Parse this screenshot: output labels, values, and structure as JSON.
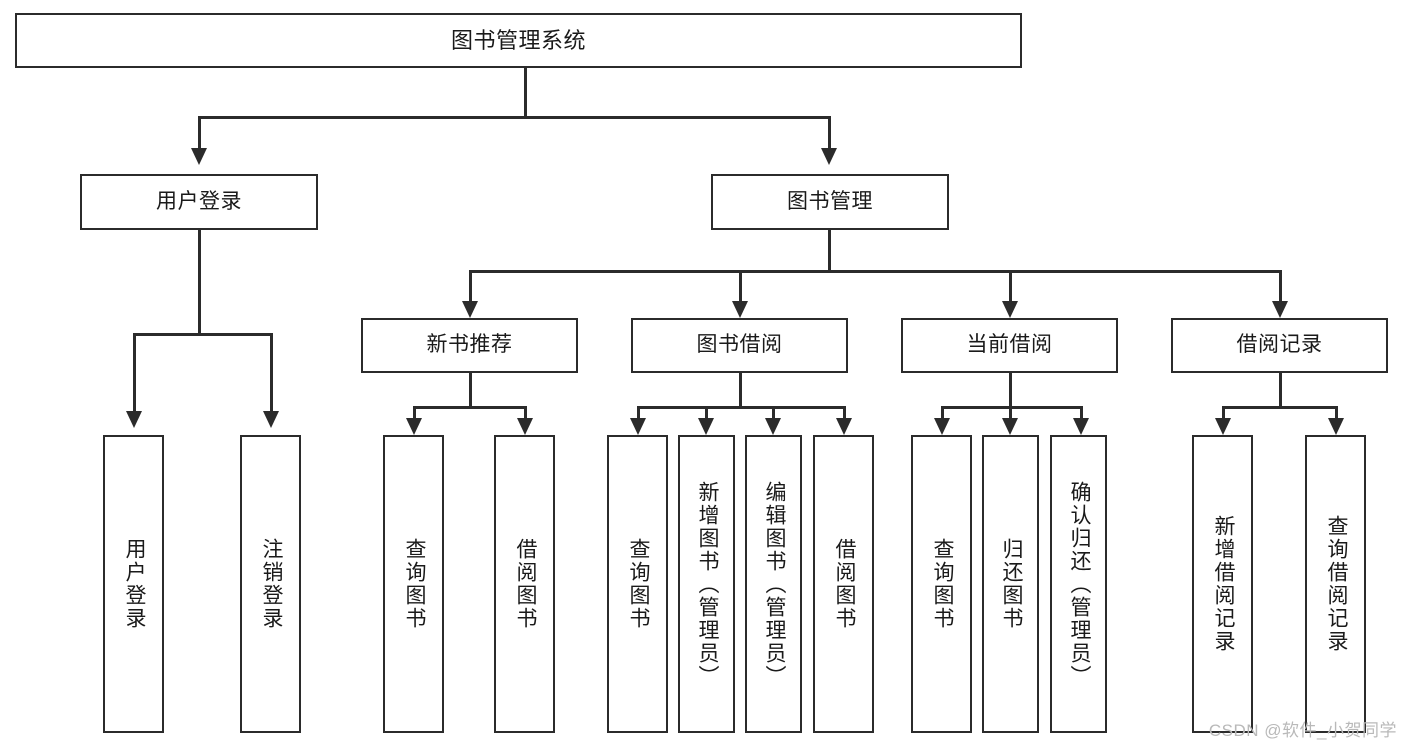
{
  "diagram": {
    "title": "图书管理系统",
    "type": "hierarchy-tree",
    "watermark": "CSDN @软件_小贺同学",
    "colors": {
      "stroke": "#2b2b2b",
      "fill": "#ffffff",
      "text": "#1a1a1a",
      "watermark": "#b9b9b9"
    },
    "root": {
      "label": "图书管理系统"
    },
    "tier2": [
      {
        "label": "用户登录"
      },
      {
        "label": "图书管理"
      }
    ],
    "tier3": [
      {
        "label": "新书推荐"
      },
      {
        "label": "图书借阅"
      },
      {
        "label": "当前借阅"
      },
      {
        "label": "借阅记录"
      }
    ],
    "leaves": {
      "user_login": [
        {
          "label": "用户登录"
        },
        {
          "label": "注销登录"
        }
      ],
      "new_book": [
        {
          "label": "查询图书"
        },
        {
          "label": "借阅图书"
        }
      ],
      "book_borrow": [
        {
          "label": "查询图书"
        },
        {
          "label": "新增图书（管理员）"
        },
        {
          "label": "编辑图书（管理员）"
        },
        {
          "label": "借阅图书"
        }
      ],
      "current_borrow": [
        {
          "label": "查询图书"
        },
        {
          "label": "归还图书"
        },
        {
          "label": "确认归还（管理员）"
        }
      ],
      "borrow_record": [
        {
          "label": "新增借阅记录"
        },
        {
          "label": "查询借阅记录"
        }
      ]
    }
  }
}
